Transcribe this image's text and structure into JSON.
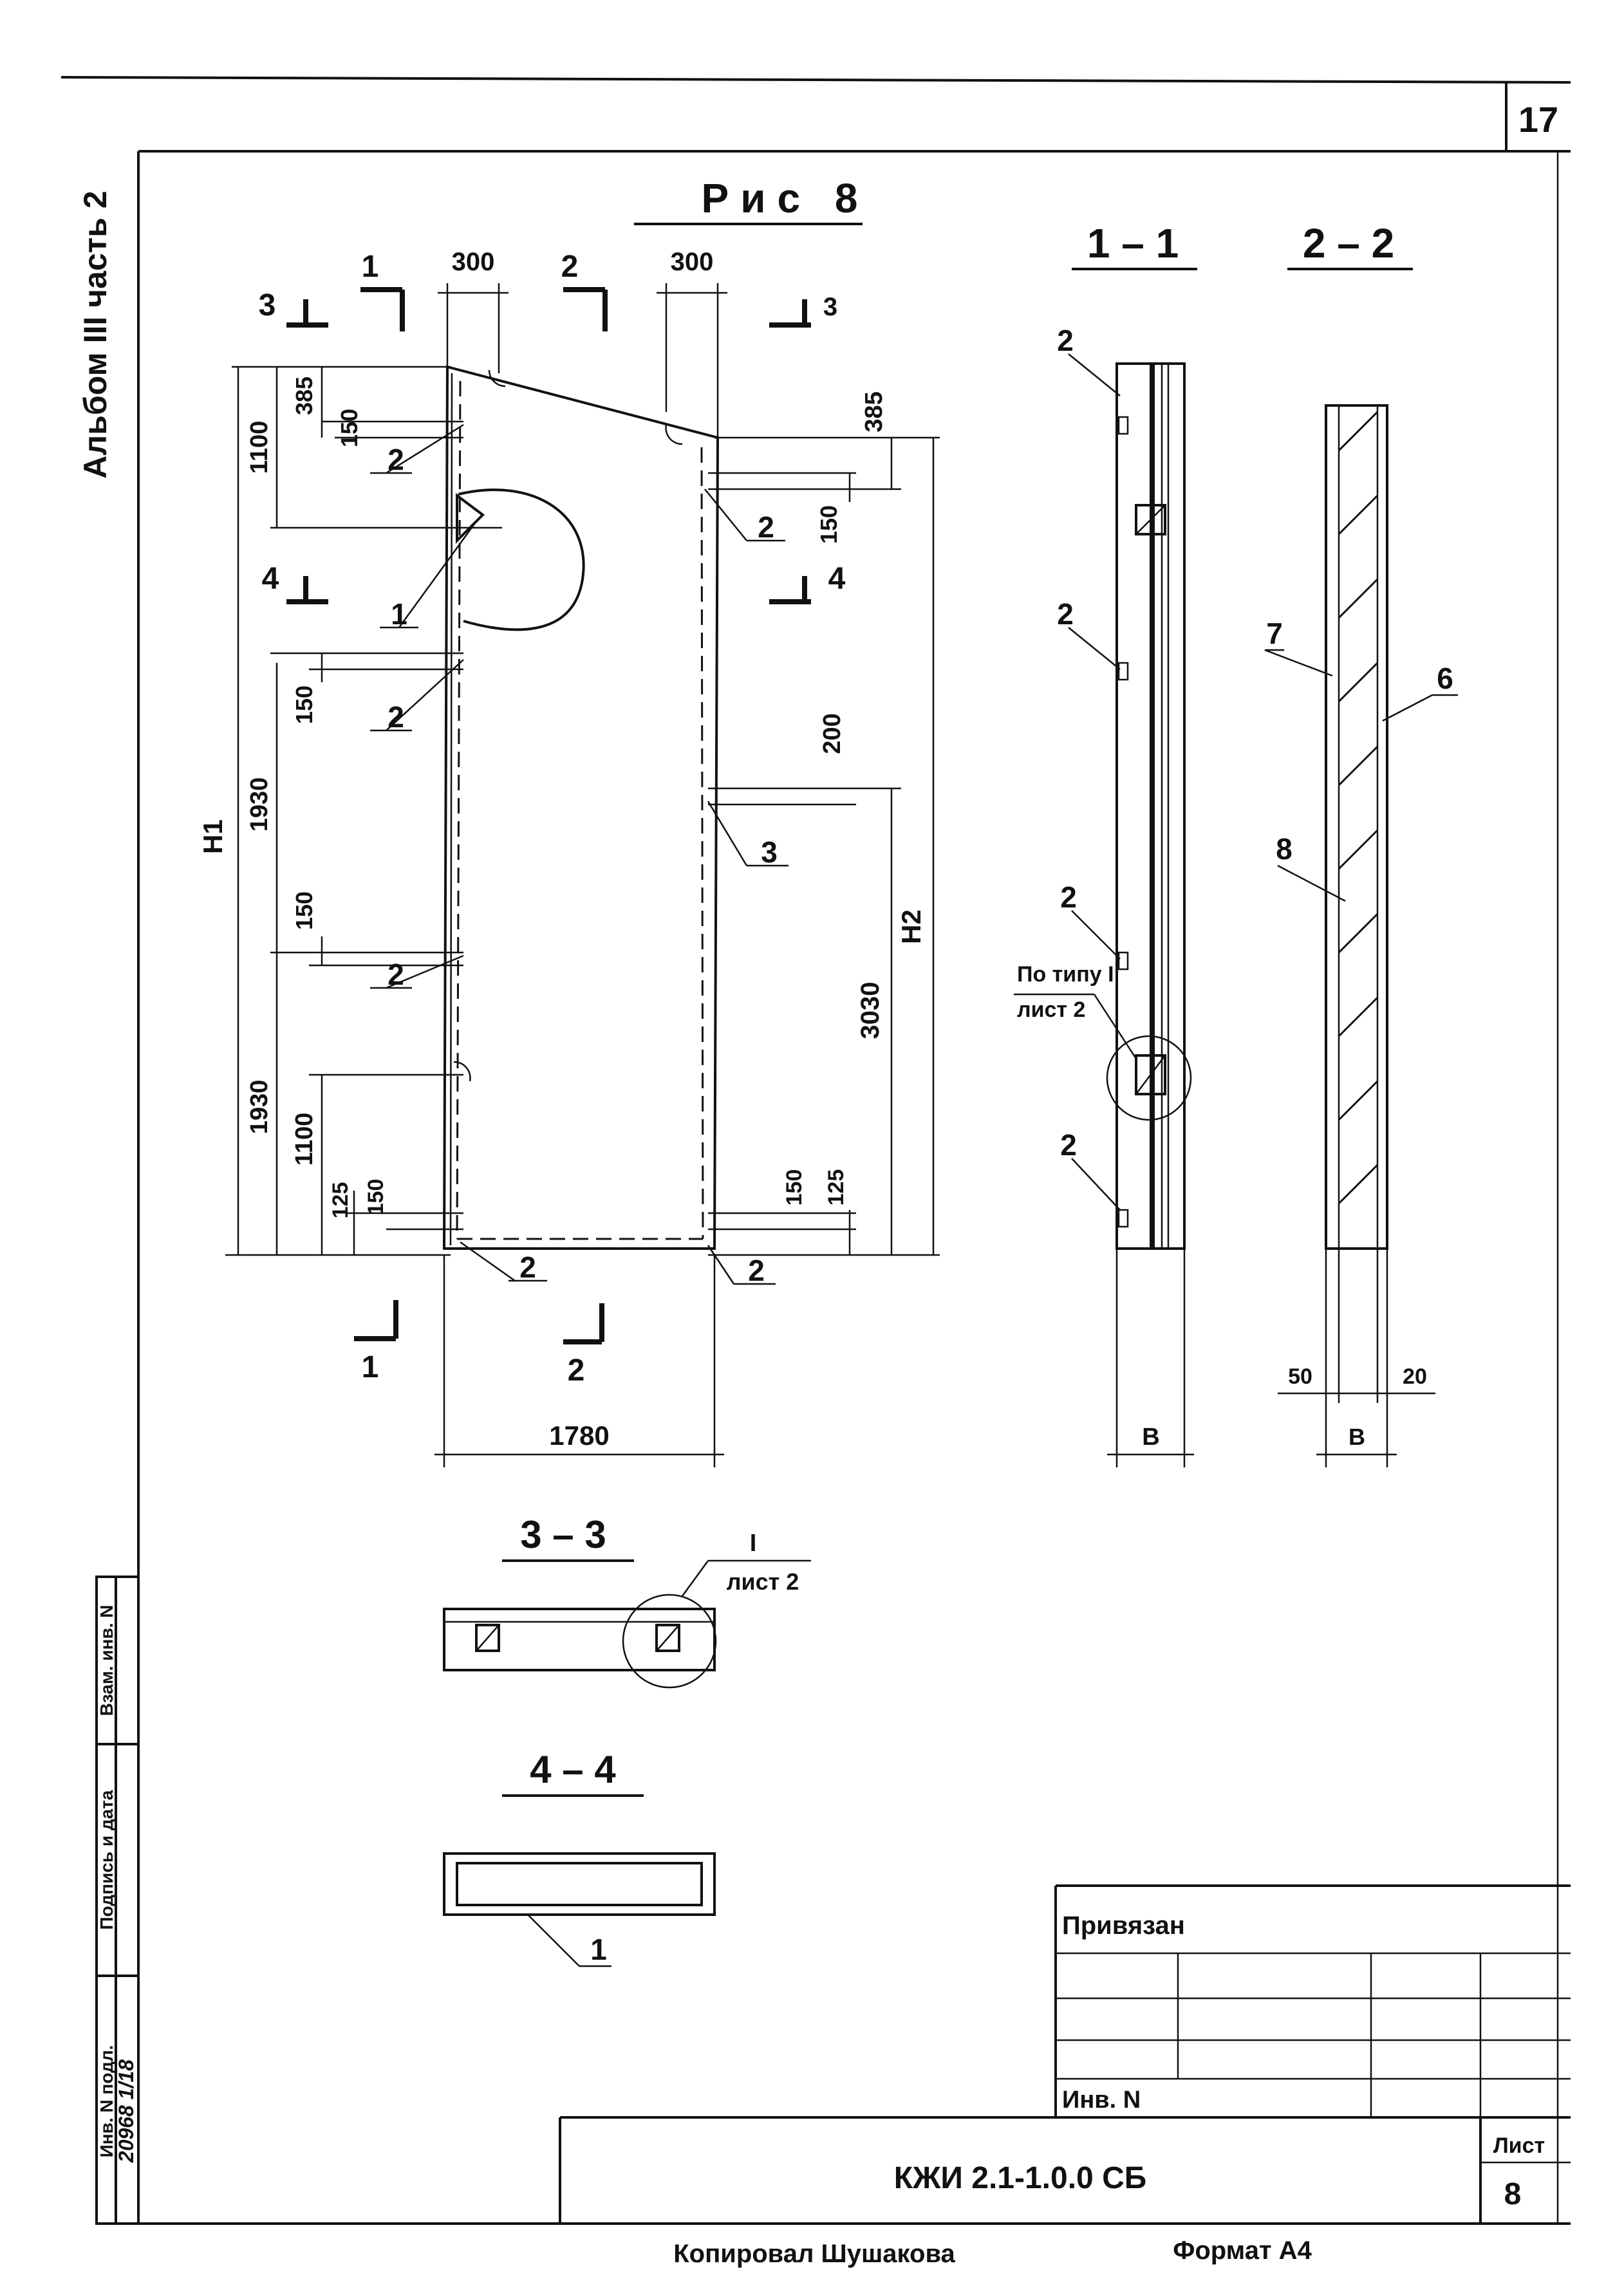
{
  "sheet_number": "17",
  "album": "Альбом III часть 2",
  "figure_title": "Рис 8",
  "sections": {
    "s11": "1 – 1",
    "s22": "2 – 2",
    "s33": "3 – 3",
    "s44": "4 – 4"
  },
  "cut_marks": {
    "c1": "1",
    "c2": "2",
    "c3": "3",
    "c4": "4"
  },
  "dimensions": {
    "top_left_300": "300",
    "top_right_300": "300",
    "d385_left": "385",
    "d150_left_top": "150",
    "d1100_top": "1100",
    "d385_right": "385",
    "d150_right": "150",
    "h1": "H1",
    "d1930_top": "1930",
    "d150_mid_a": "150",
    "d150_mid_b": "150",
    "d1930_bottom": "1930",
    "d1100_bottom": "1100",
    "d125_left": "125",
    "d150_left_bottom": "150",
    "d200_right": "200",
    "h2": "H2",
    "d3030": "3030",
    "d150_right_bottom": "150",
    "d125_right": "125",
    "width_1780": "1780",
    "b_11": "B",
    "d50": "50",
    "b_22": "B",
    "d20": "20"
  },
  "callouts": {
    "n1": "1",
    "n2": "2",
    "n3": "3",
    "n6": "6",
    "n7": "7",
    "n8": "8",
    "by_type_line1": "По типу I",
    "by_type_line2": "лист 2",
    "detail_ref_line1": "I",
    "detail_ref_line2": "лист 2"
  },
  "side_stamp": {
    "col1": "Инв. N подл.",
    "col2": "Подпись и дата",
    "col3": "Взам. инв. N",
    "inv_value": "20968 1/18"
  },
  "title_block": {
    "linked": "Привязан",
    "inv": "Инв. N",
    "code": "КЖИ 2.1-1.0.0 СБ",
    "sheet_label": "Лист",
    "sheet_value": "8"
  },
  "footer": {
    "copied": "Копировал Шушакова",
    "format": "Формат А4"
  }
}
